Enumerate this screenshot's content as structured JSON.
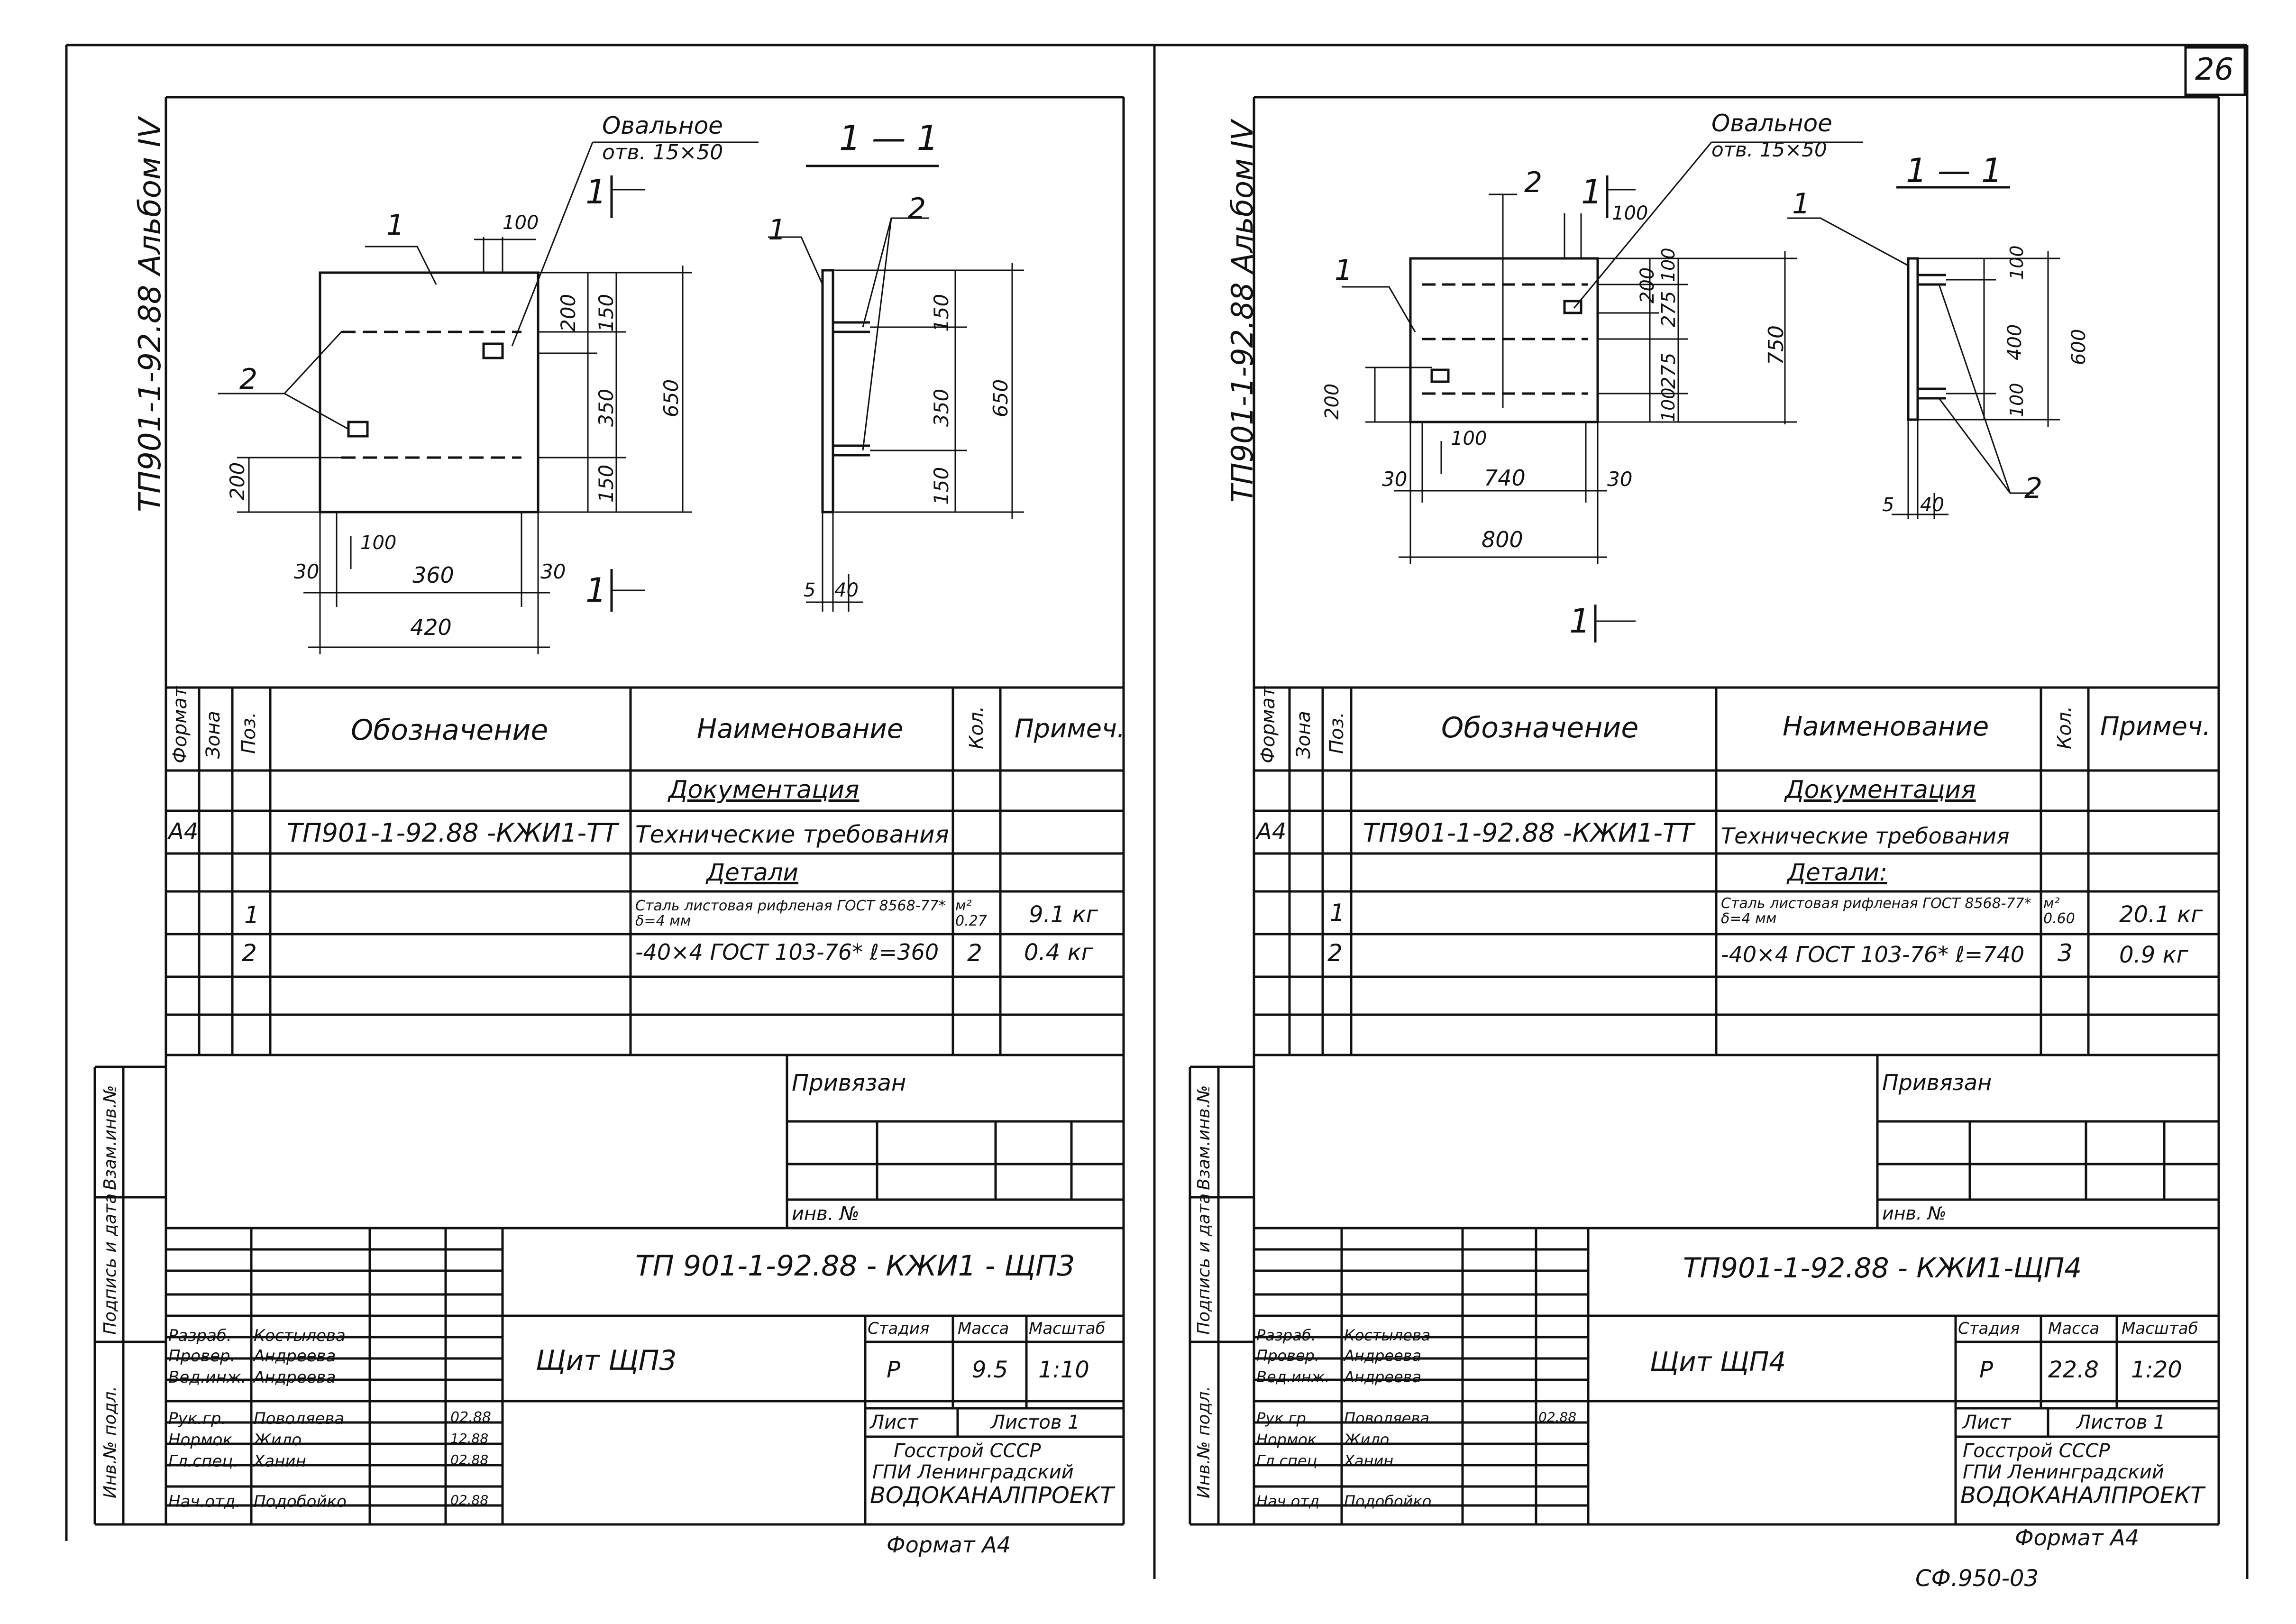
{
  "page": {
    "page_number": "26",
    "footer_code": "СФ.950-03"
  },
  "left": {
    "album_label": "ТП901-1-92.88 Альбом IV",
    "plan": {
      "callout_hole": "Овальное",
      "callout_hole_size": "отв. 15×50",
      "callout_1": "1",
      "callout_2": "2",
      "section_mark": "1",
      "dims": [
        "100",
        "200",
        "150",
        "350",
        "650",
        "150",
        "200",
        "30",
        "100",
        "360",
        "30",
        "420"
      ]
    },
    "section": {
      "title": "1 — 1",
      "callout_1": "1",
      "callout_2": "2",
      "dims": [
        "150",
        "350",
        "650",
        "150",
        "5",
        "40"
      ]
    },
    "spec": {
      "headers": [
        "Формат",
        "Зона",
        "Поз.",
        "Обозначение",
        "Наименование",
        "Кол.",
        "Примеч."
      ],
      "rows": [
        {
          "format": "",
          "pos": "",
          "code": "",
          "name": "Документация",
          "qty": "",
          "note": ""
        },
        {
          "format": "А4",
          "pos": "",
          "code": "ТП901-1-92.88 -КЖИ1-ТТ",
          "name": "Технические требования",
          "qty": "",
          "note": ""
        },
        {
          "format": "",
          "pos": "",
          "code": "",
          "name": "Детали",
          "qty": "",
          "note": ""
        },
        {
          "format": "",
          "pos": "1",
          "code": "",
          "name": "Сталь листовая рифленая ГОСТ 8568-77* δ=4 мм",
          "qty": "м² 0.27",
          "note": "9.1 кг"
        },
        {
          "format": "",
          "pos": "2",
          "code": "",
          "name": "-40×4 ГОСТ 103-76*     ℓ=360",
          "qty": "2",
          "note": "0.4 кг"
        }
      ]
    },
    "stamp": {
      "bound": "Привязан",
      "inv": "инв. №",
      "side_labels": [
        "Взам.инв.№",
        "Подпись и дата",
        "Инв.№ подл."
      ],
      "doc_code": "ТП 901-1-92.88 - КЖИ1 - ЩП3",
      "title": "Щит ЩП3",
      "stage_hdr": "Стадия",
      "mass_hdr": "Масса",
      "scale_hdr": "Масштаб",
      "stage": "Р",
      "mass": "9.5",
      "scale": "1:10",
      "sheet": "Лист",
      "sheets": "Листов 1",
      "org": [
        "Госстрой СССР",
        "ГПИ Ленинградский",
        "ВОДОКАНАЛПРОЕКТ"
      ],
      "people": [
        {
          "role": "Разраб.",
          "name": "Костылева",
          "date": ""
        },
        {
          "role": "Провер.",
          "name": "Андреева",
          "date": ""
        },
        {
          "role": "Вед.инж.",
          "name": "Андреева",
          "date": ""
        },
        {
          "role": "Рук.гр.",
          "name": "Поволяева",
          "date": "02.88"
        },
        {
          "role": "Нормок.",
          "name": "Жило",
          "date": "12.88"
        },
        {
          "role": "Гл.спец.",
          "name": "Ханин",
          "date": "02.88"
        },
        {
          "role": "Нач.отд.",
          "name": "Подобойко",
          "date": "02.88"
        }
      ],
      "format": "Формат А4"
    }
  },
  "right": {
    "album_label": "ТП901-1-92.88 Альбом IV",
    "plan": {
      "callout_hole": "Овальное",
      "callout_hole_size": "отв. 15×50",
      "callout_1": "1",
      "callout_2": "2",
      "section_mark": "1",
      "dims": [
        "100",
        "200",
        "275",
        "100",
        "275",
        "100",
        "750",
        "200",
        "100",
        "30",
        "740",
        "30",
        "800"
      ]
    },
    "section": {
      "title": "1 — 1",
      "callout_1": "1",
      "callout_2": "2",
      "dims": [
        "100",
        "400",
        "600",
        "100",
        "5",
        "40"
      ]
    },
    "spec": {
      "headers": [
        "Формат",
        "Зона",
        "Поз.",
        "Обозначение",
        "Наименование",
        "Кол.",
        "Примеч."
      ],
      "rows": [
        {
          "format": "",
          "pos": "",
          "code": "",
          "name": "Документация",
          "qty": "",
          "note": ""
        },
        {
          "format": "А4",
          "pos": "",
          "code": "ТП901-1-92.88 -КЖИ1-ТТ",
          "name": "Технические требования",
          "qty": "",
          "note": ""
        },
        {
          "format": "",
          "pos": "",
          "code": "",
          "name": "Детали:",
          "qty": "",
          "note": ""
        },
        {
          "format": "",
          "pos": "1",
          "code": "",
          "name": "Сталь листовая рифленая ГОСТ 8568-77* δ=4 мм",
          "qty": "м² 0.60",
          "note": "20.1 кг"
        },
        {
          "format": "",
          "pos": "2",
          "code": "",
          "name": "-40×4 ГОСТ 103-76*     ℓ=740",
          "qty": "3",
          "note": "0.9 кг"
        }
      ]
    },
    "stamp": {
      "bound": "Привязан",
      "inv": "инв. №",
      "side_labels": [
        "Взам.инв.№",
        "Подпись и дата",
        "Инв.№ подл."
      ],
      "doc_code": "ТП901-1-92.88 - КЖИ1-ЩП4",
      "title": "Щит ЩП4",
      "stage_hdr": "Стадия",
      "mass_hdr": "Масса",
      "scale_hdr": "Масштаб",
      "stage": "Р",
      "mass": "22.8",
      "scale": "1:20",
      "sheet": "Лист",
      "sheets": "Листов 1",
      "org": [
        "Госстрой СССР",
        "ГПИ Ленинградский",
        "ВОДОКАНАЛПРОЕКТ"
      ],
      "people": [
        {
          "role": "Разраб.",
          "name": "Костылева",
          "date": ""
        },
        {
          "role": "Провер.",
          "name": "Андреева",
          "date": ""
        },
        {
          "role": "Вед.инж.",
          "name": "Андреева",
          "date": ""
        },
        {
          "role": "Рук.гр.",
          "name": "Поволяева",
          "date": "02.88"
        },
        {
          "role": "Нормок.",
          "name": "Жило",
          "date": ""
        },
        {
          "role": "Гл.спец.",
          "name": "Ханин",
          "date": ""
        },
        {
          "role": "Нач.отд.",
          "name": "Подобойко",
          "date": ""
        }
      ],
      "format": "Формат А4"
    }
  }
}
